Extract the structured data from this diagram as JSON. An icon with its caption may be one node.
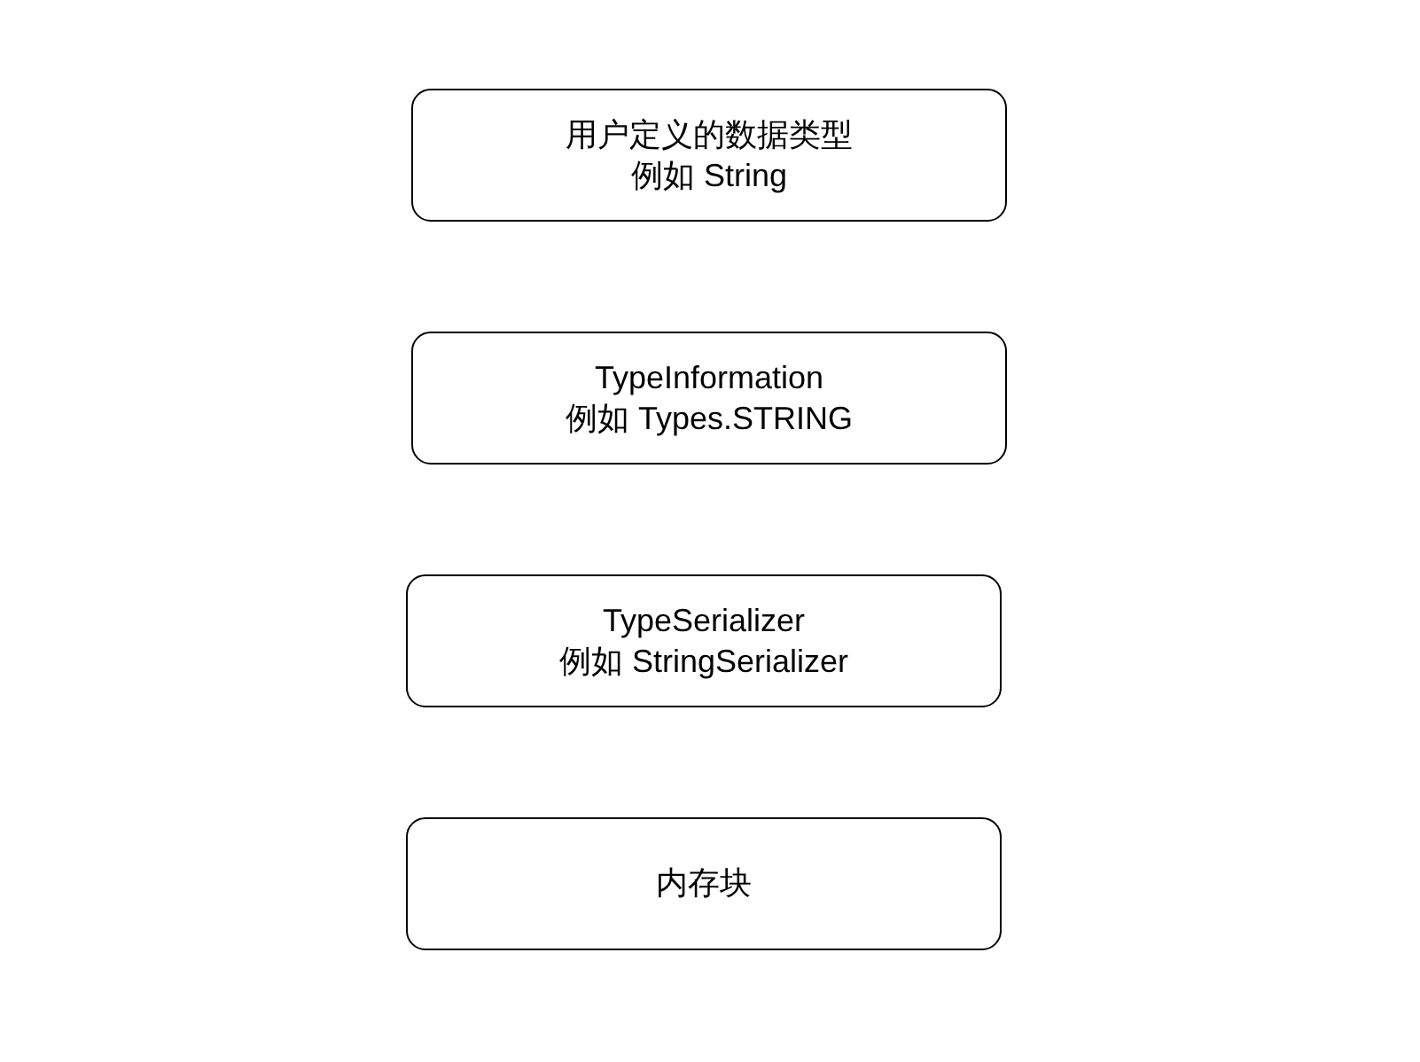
{
  "diagram": {
    "nodes": [
      {
        "text": [
          "用户定义的数据类型",
          "例如 String"
        ]
      },
      {
        "text": [
          "TypeInformation",
          "例如 Types.STRING"
        ]
      },
      {
        "text": [
          "TypeSerializer",
          "例如 StringSerializer"
        ]
      },
      {
        "text": [
          "内存块"
        ]
      }
    ]
  }
}
